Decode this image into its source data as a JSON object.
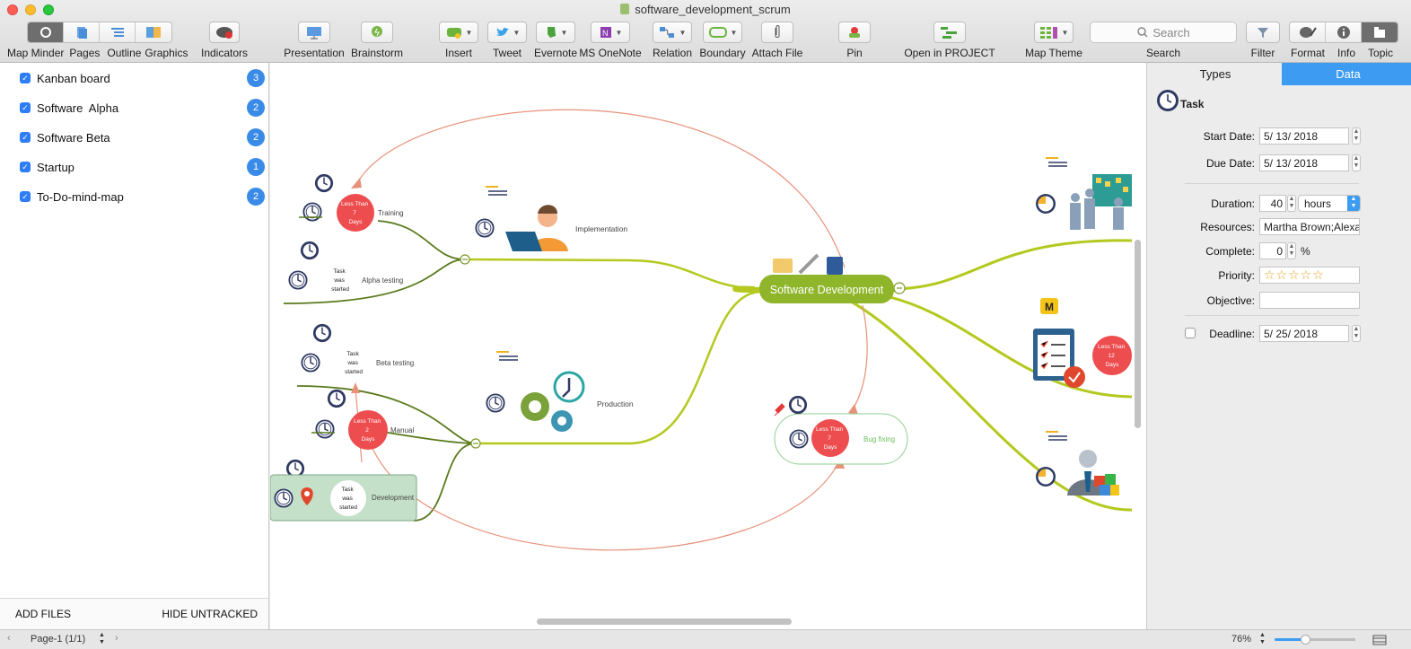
{
  "window": {
    "title": "software_development_scrum"
  },
  "toolbar": {
    "views": [
      "Map Minder",
      "Pages",
      "Outline",
      "Graphics"
    ],
    "buttons": {
      "indicators": "Indicators",
      "presentation": "Presentation",
      "brainstorm": "Brainstorm",
      "insert": "Insert",
      "tweet": "Tweet",
      "evernote": "Evernote",
      "onenote": "MS OneNote",
      "relation": "Relation",
      "boundary": "Boundary",
      "attach": "Attach File",
      "pin": "Pin",
      "open_project": "Open in PROJECT",
      "map_theme": "Map Theme",
      "search": "Search",
      "filter": "Filter",
      "format": "Format",
      "info": "Info",
      "topic": "Topic"
    },
    "search_placeholder": "Search"
  },
  "left_panel": {
    "items": [
      {
        "name": "Kanban board",
        "count": "3"
      },
      {
        "name": "Software  Alpha",
        "count": "2"
      },
      {
        "name": "Software Beta",
        "count": "2"
      },
      {
        "name": "Startup",
        "count": "1"
      },
      {
        "name": "To-Do-mind-map",
        "count": "2"
      }
    ],
    "add_files": "ADD FILES",
    "hide_untracked": "HIDE UNTRACKED"
  },
  "map": {
    "central": "Software Development",
    "left_topics": {
      "implementation": "Implementation",
      "production": "Production"
    },
    "subtopics": {
      "training": "Training",
      "alpha_testing": "Alpha testing",
      "beta_testing": "Beta testing",
      "manual": "Manual",
      "development": "Development",
      "bug_fixing": "Bug fixing"
    },
    "status": {
      "lt7_a": [
        "Less Than",
        "7",
        "Days"
      ],
      "lt2": [
        "Less Than",
        "2",
        "Days"
      ],
      "lt7_b": [
        "Less Than",
        "7",
        "Days"
      ],
      "lt12": [
        "Less Than",
        "12",
        "Days"
      ],
      "started": [
        "Task",
        "was",
        "started"
      ]
    },
    "marker_m": "M"
  },
  "right_panel": {
    "tabs": [
      "Types",
      "Data"
    ],
    "section": "Task",
    "fields": {
      "start_date_label": "Start Date:",
      "start_date": "5/ 13/ 2018",
      "due_date_label": "Due Date:",
      "due_date": "5/ 13/ 2018",
      "duration_label": "Duration:",
      "duration": "40",
      "duration_unit": "hours",
      "resources_label": "Resources:",
      "resources": "Martha Brown;Alexan",
      "complete_label": "Complete:",
      "complete": "0",
      "percent": "%",
      "priority_label": "Priority:",
      "priority_stars": "☆☆☆☆☆",
      "objective_label": "Objective:",
      "objective": "",
      "deadline_label": "Deadline:",
      "deadline": "5/ 25/ 2018"
    }
  },
  "status_bar": {
    "page": "Page-1 (1/1)",
    "zoom": "76%"
  },
  "colors": {
    "accent": "#3d9cf1",
    "branch": "#b4c81e",
    "dark_branch": "#5a7a1c",
    "status_red": "#ee4d4f",
    "relation": "#e8917a",
    "central": "#8fb52a"
  }
}
